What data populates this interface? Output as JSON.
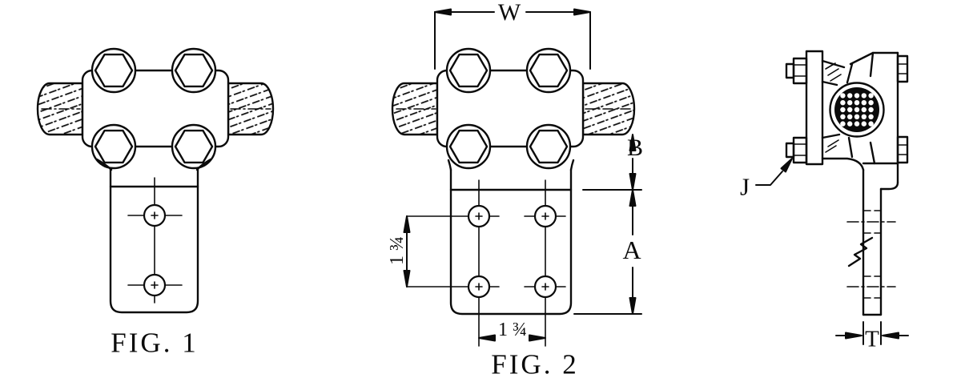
{
  "page": {
    "background": "#ffffff",
    "ink": "#0b0b0b",
    "description": "Engineering line drawing of bolted cable clamp terminal connectors, three views"
  },
  "figures": {
    "fig1": {
      "caption": "FIG. 1"
    },
    "fig2": {
      "caption": "FIG. 2",
      "dims": {
        "width": "W",
        "pad_offset": "B",
        "pad_length": "A",
        "hole_spacing_vertical": "1 ¾",
        "hole_spacing_horizontal": "1 ¾"
      }
    },
    "side_view": {
      "dims": {
        "bolt_callout": "J",
        "tang_thickness": "T"
      }
    }
  }
}
